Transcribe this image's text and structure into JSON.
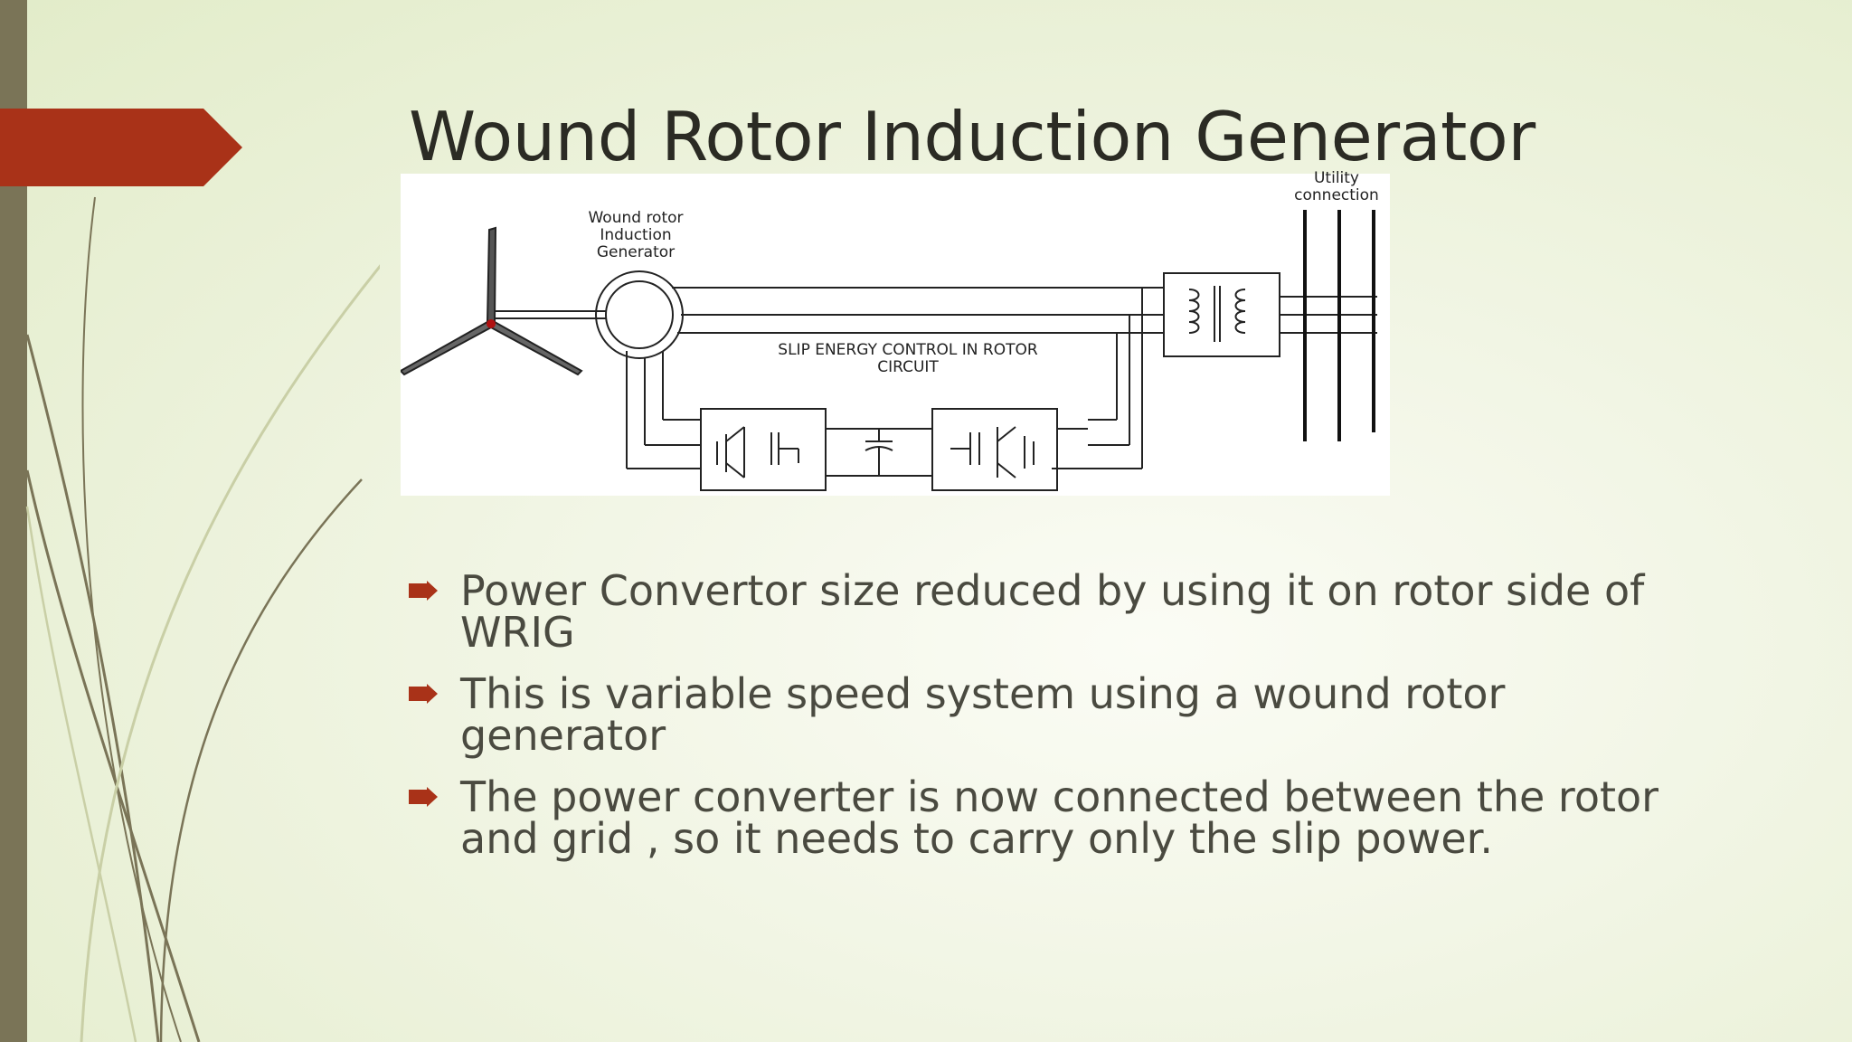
{
  "slide": {
    "title": "Wound Rotor Induction Generator"
  },
  "diagram": {
    "generator_label": "Wound rotor\nInduction\nGenerator",
    "utility_label": "Utility\nconnection",
    "control_label": "SLIP ENERGY CONTROL IN ROTOR\nCIRCUIT"
  },
  "bullets": [
    "Power Convertor size reduced by using it on rotor side of WRIG",
    "This is variable speed system using a wound rotor generator",
    "The power converter is now connected between the rotor and grid , so it needs to carry only the slip power."
  ],
  "colors": {
    "accent": "#a93218",
    "left_bar": "#7a7457",
    "background": "#eef3df"
  }
}
